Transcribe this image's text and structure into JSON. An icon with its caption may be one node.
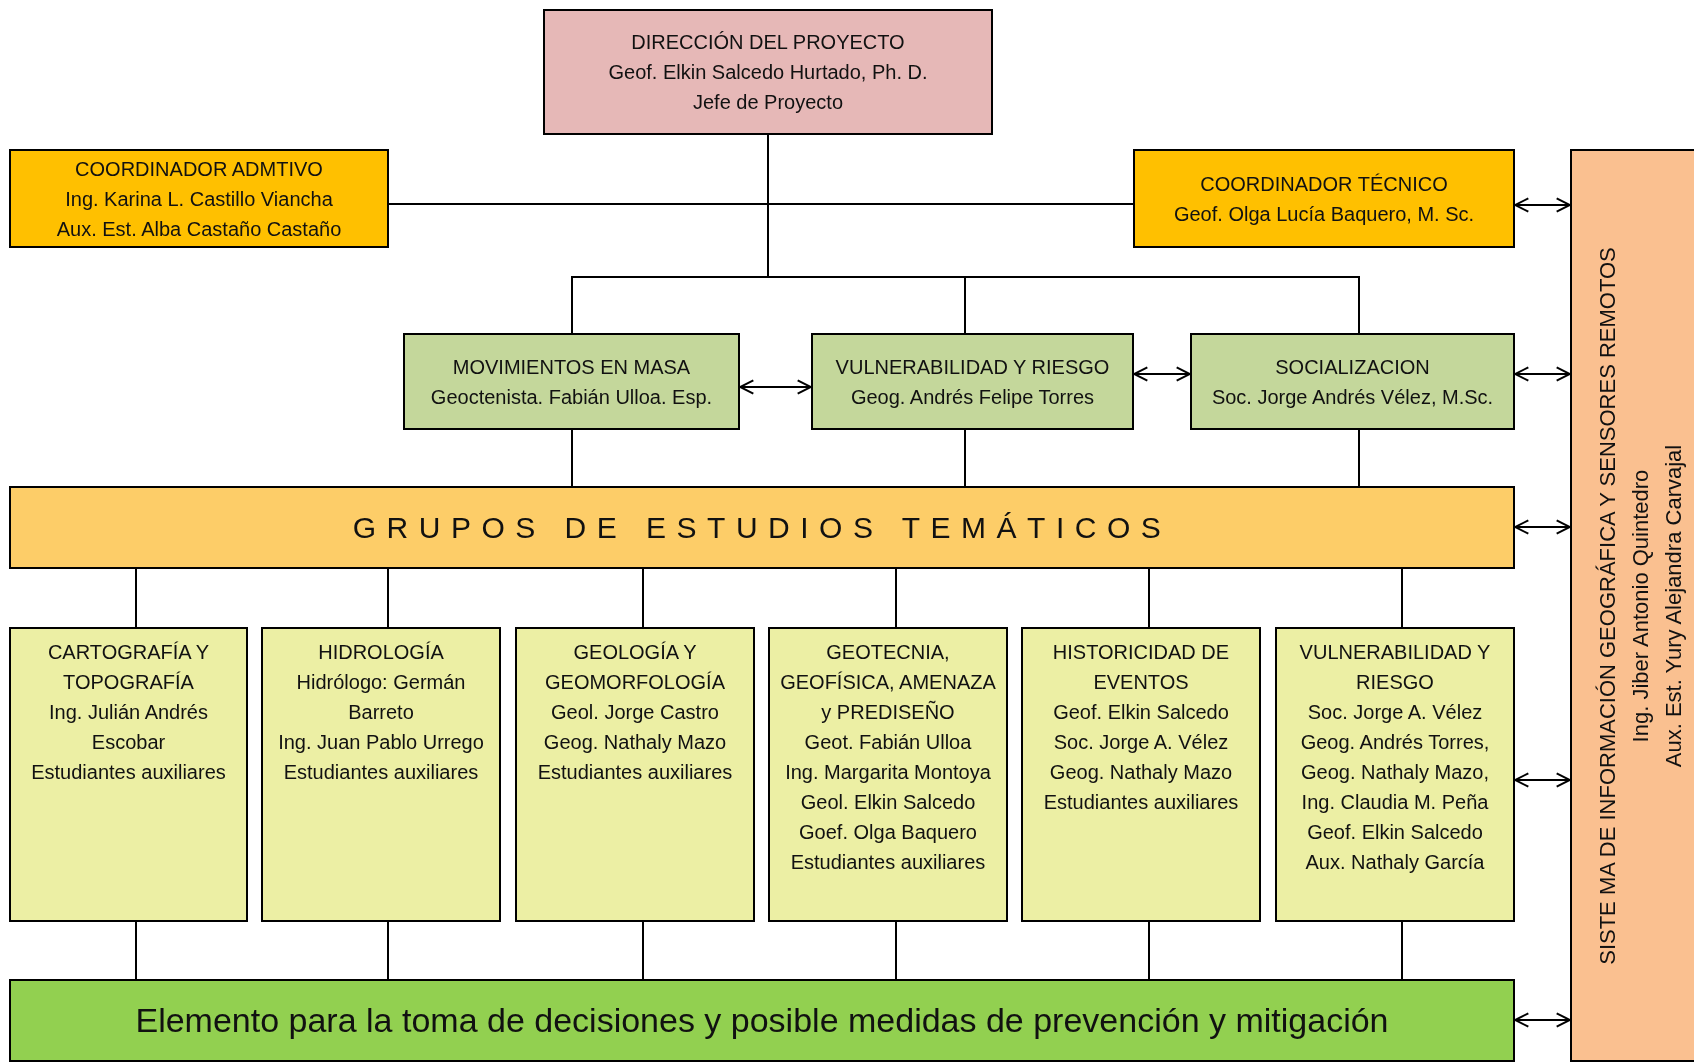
{
  "diagram": {
    "nodes": [
      {
        "text": [
          "DIRECCIÓN DEL PROYECTO",
          "Geof. Elkin Salcedo Hurtado, Ph. D.",
          "Jefe de Proyecto"
        ]
      },
      {
        "text": [
          "COORDINADOR ADMTIVO",
          "Ing. Karina L. Castillo Viancha",
          "Aux. Est. Alba Castaño Castaño"
        ]
      },
      {
        "text": [
          "COORDINADOR TÉCNICO",
          "Geof. Olga Lucía Baquero, M. Sc."
        ]
      },
      {
        "text": [
          "MOVIMIENTOS EN MASA",
          "Geoctenista. Fabián Ulloa. Esp."
        ]
      },
      {
        "text": [
          "VULNERABILIDAD Y RIESGO",
          "Geog. Andrés Felipe Torres"
        ]
      },
      {
        "text": [
          "SOCIALIZACION",
          "Soc. Jorge Andrés Vélez, M.Sc."
        ]
      },
      {
        "text": [
          "GRUPOS DE ESTUDIOS TEMÁTICOS"
        ]
      },
      {
        "text": [
          "CARTOGRAFÍA Y TOPOGRAFÍA",
          "Ing. Julián Andrés Escobar",
          "Estudiantes auxiliares"
        ]
      },
      {
        "text": [
          "HIDROLOGÍA",
          "Hidrólogo: Germán Barreto",
          "Ing. Juan Pablo Urrego",
          "Estudiantes auxiliares"
        ]
      },
      {
        "text": [
          "GEOLOGÍA Y GEOMORFOLOGÍA",
          "Geol. Jorge Castro",
          "Geog. Nathaly Mazo",
          "Estudiantes auxiliares"
        ]
      },
      {
        "text": [
          "GEOTECNIA, GEOFÍSICA, AMENAZA y PREDISEÑO",
          "Geot. Fabián Ulloa",
          "Ing. Margarita Montoya",
          "Geol. Elkin Salcedo",
          "Goef. Olga Baquero",
          "Estudiantes auxiliares"
        ]
      },
      {
        "text": [
          "HISTORICIDAD DE EVENTOS",
          "Geof. Elkin Salcedo",
          "Soc. Jorge A. Vélez",
          "Geog. Nathaly Mazo",
          "Estudiantes auxiliares"
        ]
      },
      {
        "text": [
          "VULNERABILIDAD Y RIESGO",
          "Soc. Jorge A. Vélez",
          "Geog. Andrés Torres,",
          "Geog. Nathaly Mazo,",
          "Ing. Claudia M. Peña",
          "Geof. Elkin Salcedo",
          "Aux. Nathaly García"
        ]
      },
      {
        "text": [
          "Elemento para la toma de decisiones y posible medidas de prevención y mitigación"
        ]
      },
      {
        "text": [
          "SISTE MA DE INFORMACIÓN GEOGRÁFICA Y SENSORES REMOTOS",
          "Ing. Jiber Antonio Quintedro",
          "Aux. Est. Yury Alejandra Carvajal"
        ]
      }
    ],
    "edges": [
      {
        "from": 0,
        "to": 1,
        "arrow": "none"
      },
      {
        "from": 0,
        "to": 2,
        "arrow": "none"
      },
      {
        "from": 0,
        "to": 3,
        "arrow": "none"
      },
      {
        "from": 0,
        "to": 4,
        "arrow": "none"
      },
      {
        "from": 0,
        "to": 5,
        "arrow": "none"
      },
      {
        "from": 3,
        "to": 4,
        "arrow": "both"
      },
      {
        "from": 4,
        "to": 5,
        "arrow": "both"
      },
      {
        "from": 3,
        "to": 6,
        "arrow": "none"
      },
      {
        "from": 4,
        "to": 6,
        "arrow": "none"
      },
      {
        "from": 5,
        "to": 6,
        "arrow": "none"
      },
      {
        "from": 6,
        "to": 7,
        "arrow": "none"
      },
      {
        "from": 6,
        "to": 8,
        "arrow": "none"
      },
      {
        "from": 6,
        "to": 9,
        "arrow": "none"
      },
      {
        "from": 6,
        "to": 10,
        "arrow": "none"
      },
      {
        "from": 6,
        "to": 11,
        "arrow": "none"
      },
      {
        "from": 6,
        "to": 12,
        "arrow": "none"
      },
      {
        "from": 7,
        "to": 13,
        "arrow": "none"
      },
      {
        "from": 8,
        "to": 13,
        "arrow": "none"
      },
      {
        "from": 9,
        "to": 13,
        "arrow": "none"
      },
      {
        "from": 10,
        "to": 13,
        "arrow": "none"
      },
      {
        "from": 11,
        "to": 13,
        "arrow": "none"
      },
      {
        "from": 12,
        "to": 13,
        "arrow": "none"
      },
      {
        "from": 2,
        "to": 14,
        "arrow": "both"
      },
      {
        "from": 5,
        "to": 14,
        "arrow": "both"
      },
      {
        "from": 6,
        "to": 14,
        "arrow": "both"
      },
      {
        "from": 12,
        "to": 14,
        "arrow": "both"
      },
      {
        "from": 13,
        "to": 14,
        "arrow": "both"
      }
    ]
  }
}
